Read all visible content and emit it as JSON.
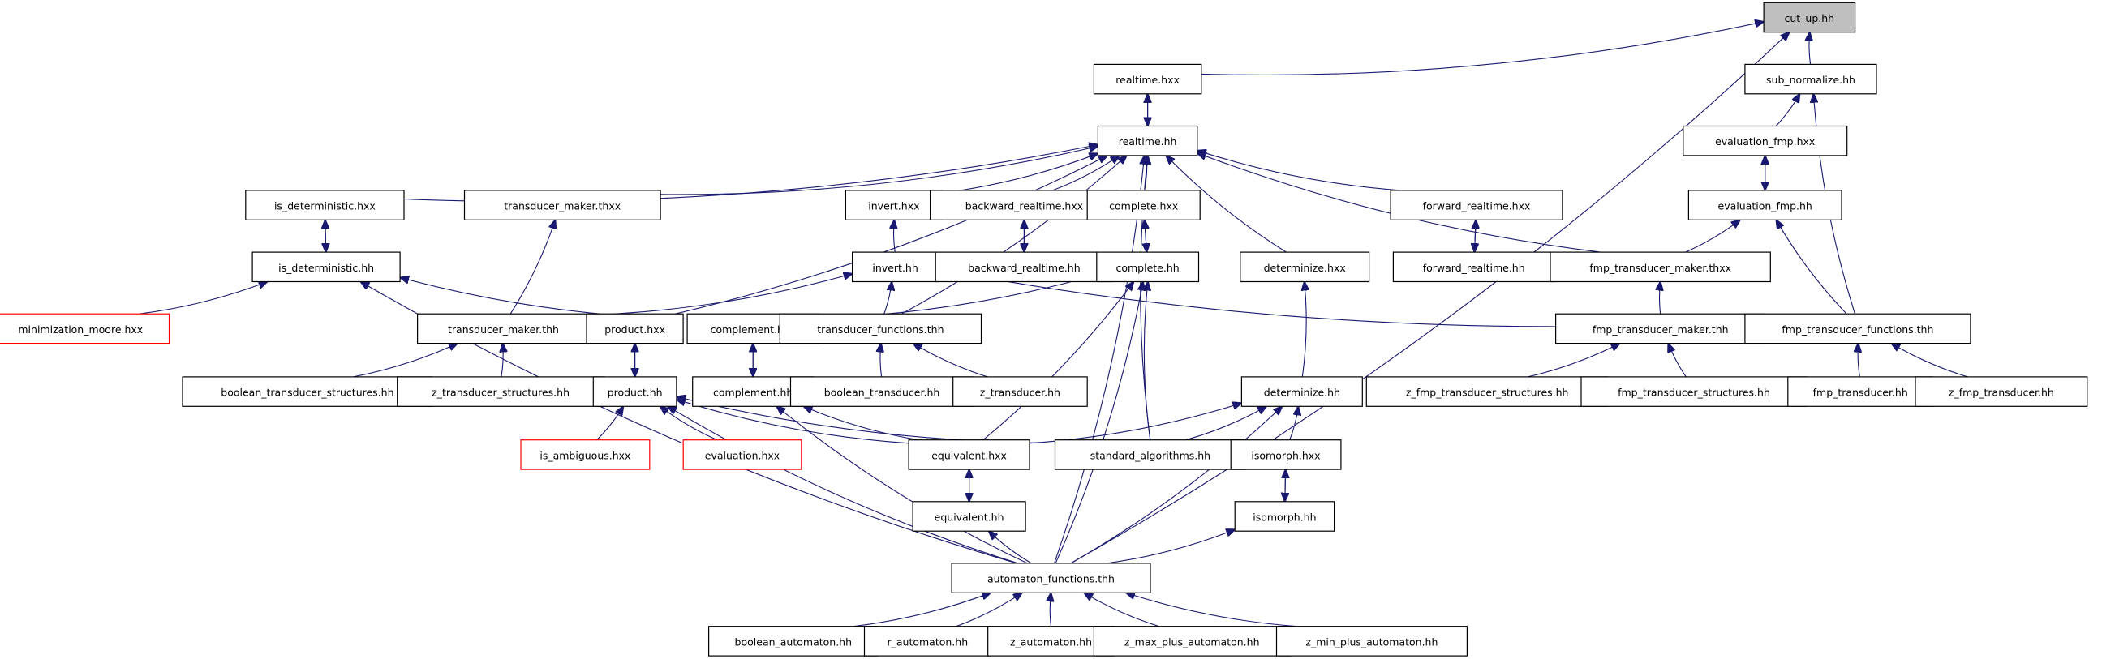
{
  "colors": {
    "edge": "#191970",
    "root_fill": "#bfbfbf",
    "red_border": "#ff0000"
  },
  "nodes": [
    {
      "id": "cut_up_hh",
      "label": "cut_up.hh",
      "style": "root"
    },
    {
      "id": "realtime_hxx",
      "label": "realtime.hxx"
    },
    {
      "id": "sub_normalize_hh",
      "label": "sub_normalize.hh"
    },
    {
      "id": "realtime_hh",
      "label": "realtime.hh"
    },
    {
      "id": "evaluation_fmp_hxx",
      "label": "evaluation_fmp.hxx"
    },
    {
      "id": "is_deterministic_hxx",
      "label": "is_deterministic.hxx"
    },
    {
      "id": "transducer_maker_thxx",
      "label": "transducer_maker.thxx"
    },
    {
      "id": "invert_hxx",
      "label": "invert.hxx"
    },
    {
      "id": "backward_realtime_hxx",
      "label": "backward_realtime.hxx"
    },
    {
      "id": "complete_hxx",
      "label": "complete.hxx"
    },
    {
      "id": "forward_realtime_hxx",
      "label": "forward_realtime.hxx"
    },
    {
      "id": "evaluation_fmp_hh",
      "label": "evaluation_fmp.hh"
    },
    {
      "id": "is_deterministic_hh",
      "label": "is_deterministic.hh"
    },
    {
      "id": "invert_hh",
      "label": "invert.hh"
    },
    {
      "id": "backward_realtime_hh",
      "label": "backward_realtime.hh"
    },
    {
      "id": "complete_hh",
      "label": "complete.hh"
    },
    {
      "id": "determinize_hxx",
      "label": "determinize.hxx"
    },
    {
      "id": "forward_realtime_hh",
      "label": "forward_realtime.hh"
    },
    {
      "id": "fmp_transducer_maker_thxx",
      "label": "fmp_transducer_maker.thxx"
    },
    {
      "id": "minimization_moore_hxx",
      "label": "minimization_moore.hxx",
      "style": "red"
    },
    {
      "id": "transducer_maker_thh",
      "label": "transducer_maker.thh"
    },
    {
      "id": "product_hxx",
      "label": "product.hxx"
    },
    {
      "id": "complement_hxx",
      "label": "complement.hxx"
    },
    {
      "id": "transducer_functions_thh",
      "label": "transducer_functions.thh"
    },
    {
      "id": "fmp_transducer_maker_thh",
      "label": "fmp_transducer_maker.thh"
    },
    {
      "id": "fmp_transducer_functions_thh",
      "label": "fmp_transducer_functions.thh"
    },
    {
      "id": "boolean_transducer_structures_hh",
      "label": "boolean_transducer_structures.hh"
    },
    {
      "id": "z_transducer_structures_hh",
      "label": "z_transducer_structures.hh"
    },
    {
      "id": "product_hh",
      "label": "product.hh"
    },
    {
      "id": "complement_hh",
      "label": "complement.hh"
    },
    {
      "id": "boolean_transducer_hh",
      "label": "boolean_transducer.hh"
    },
    {
      "id": "z_transducer_hh",
      "label": "z_transducer.hh"
    },
    {
      "id": "determinize_hh",
      "label": "determinize.hh"
    },
    {
      "id": "z_fmp_transducer_structures_hh",
      "label": "z_fmp_transducer_structures.hh"
    },
    {
      "id": "fmp_transducer_structures_hh",
      "label": "fmp_transducer_structures.hh"
    },
    {
      "id": "fmp_transducer_hh",
      "label": "fmp_transducer.hh"
    },
    {
      "id": "z_fmp_transducer_hh",
      "label": "z_fmp_transducer.hh"
    },
    {
      "id": "is_ambiguous_hxx",
      "label": "is_ambiguous.hxx",
      "style": "red"
    },
    {
      "id": "evaluation_hxx",
      "label": "evaluation.hxx",
      "style": "red"
    },
    {
      "id": "equivalent_hxx",
      "label": "equivalent.hxx"
    },
    {
      "id": "standard_algorithms_hh",
      "label": "standard_algorithms.hh"
    },
    {
      "id": "isomorph_hxx",
      "label": "isomorph.hxx"
    },
    {
      "id": "equivalent_hh",
      "label": "equivalent.hh"
    },
    {
      "id": "isomorph_hh",
      "label": "isomorph.hh"
    },
    {
      "id": "automaton_functions_thh",
      "label": "automaton_functions.thh"
    },
    {
      "id": "boolean_automaton_hh",
      "label": "boolean_automaton.hh"
    },
    {
      "id": "r_automaton_hh",
      "label": "r_automaton.hh"
    },
    {
      "id": "z_automaton_hh",
      "label": "z_automaton.hh"
    },
    {
      "id": "z_max_plus_automaton_hh",
      "label": "z_max_plus_automaton.hh"
    },
    {
      "id": "z_min_plus_automaton_hh",
      "label": "z_min_plus_automaton.hh"
    }
  ],
  "edges": [
    [
      "realtime_hxx",
      "cut_up_hh"
    ],
    [
      "sub_normalize_hh",
      "cut_up_hh"
    ],
    [
      "automaton_functions_thh",
      "cut_up_hh"
    ],
    [
      "realtime_hh",
      "realtime_hxx"
    ],
    [
      "realtime_hxx",
      "realtime_hh"
    ],
    [
      "evaluation_fmp_hxx",
      "sub_normalize_hh"
    ],
    [
      "fmp_transducer_functions_thh",
      "sub_normalize_hh"
    ],
    [
      "is_deterministic_hxx",
      "realtime_hh"
    ],
    [
      "transducer_maker_thxx",
      "realtime_hh"
    ],
    [
      "invert_hxx",
      "realtime_hh"
    ],
    [
      "backward_realtime_hxx",
      "realtime_hh"
    ],
    [
      "complete_hxx",
      "realtime_hh"
    ],
    [
      "forward_realtime_hxx",
      "realtime_hh"
    ],
    [
      "product_hxx",
      "realtime_hh"
    ],
    [
      "transducer_functions_thh",
      "realtime_hh"
    ],
    [
      "determinize_hxx",
      "realtime_hh"
    ],
    [
      "standard_algorithms_hh",
      "realtime_hh"
    ],
    [
      "automaton_functions_thh",
      "realtime_hh"
    ],
    [
      "fmp_transducer_maker_thxx",
      "realtime_hh"
    ],
    [
      "evaluation_fmp_hh",
      "evaluation_fmp_hxx"
    ],
    [
      "evaluation_fmp_hxx",
      "evaluation_fmp_hh"
    ],
    [
      "is_deterministic_hh",
      "is_deterministic_hxx"
    ],
    [
      "is_deterministic_hxx",
      "is_deterministic_hh"
    ],
    [
      "transducer_maker_thh",
      "transducer_maker_thxx"
    ],
    [
      "invert_hh",
      "invert_hxx"
    ],
    [
      "backward_realtime_hh",
      "backward_realtime_hxx"
    ],
    [
      "backward_realtime_hxx",
      "backward_realtime_hh"
    ],
    [
      "complete_hh",
      "complete_hxx"
    ],
    [
      "complete_hxx",
      "complete_hh"
    ],
    [
      "forward_realtime_hh",
      "forward_realtime_hxx"
    ],
    [
      "forward_realtime_hxx",
      "forward_realtime_hh"
    ],
    [
      "fmp_transducer_maker_thxx",
      "evaluation_fmp_hh"
    ],
    [
      "fmp_transducer_functions_thh",
      "evaluation_fmp_hh"
    ],
    [
      "minimization_moore_hxx",
      "is_deterministic_hh"
    ],
    [
      "complement_hxx",
      "is_deterministic_hh"
    ],
    [
      "automaton_functions_thh",
      "is_deterministic_hh"
    ],
    [
      "transducer_maker_thh",
      "invert_hh"
    ],
    [
      "transducer_functions_thh",
      "invert_hh"
    ],
    [
      "fmp_transducer_functions_thh",
      "invert_hh"
    ],
    [
      "complement_hxx",
      "complete_hh"
    ],
    [
      "equivalent_hxx",
      "complete_hh"
    ],
    [
      "standard_algorithms_hh",
      "complete_hh"
    ],
    [
      "automaton_functions_thh",
      "complete_hh"
    ],
    [
      "determinize_hh",
      "determinize_hxx"
    ],
    [
      "fmp_transducer_maker_thh",
      "fmp_transducer_maker_thxx"
    ],
    [
      "boolean_transducer_structures_hh",
      "transducer_maker_thh"
    ],
    [
      "z_transducer_structures_hh",
      "transducer_maker_thh"
    ],
    [
      "product_hh",
      "product_hxx"
    ],
    [
      "product_hxx",
      "product_hh"
    ],
    [
      "complement_hh",
      "complement_hxx"
    ],
    [
      "complement_hxx",
      "complement_hh"
    ],
    [
      "boolean_transducer_hh",
      "transducer_functions_thh"
    ],
    [
      "z_transducer_hh",
      "transducer_functions_thh"
    ],
    [
      "z_fmp_transducer_structures_hh",
      "fmp_transducer_maker_thh"
    ],
    [
      "fmp_transducer_structures_hh",
      "fmp_transducer_maker_thh"
    ],
    [
      "fmp_transducer_hh",
      "fmp_transducer_functions_thh"
    ],
    [
      "z_fmp_transducer_hh",
      "fmp_transducer_functions_thh"
    ],
    [
      "is_ambiguous_hxx",
      "product_hh"
    ],
    [
      "evaluation_hxx",
      "product_hh"
    ],
    [
      "equivalent_hxx",
      "product_hh"
    ],
    [
      "standard_algorithms_hh",
      "product_hh"
    ],
    [
      "automaton_functions_thh",
      "product_hh"
    ],
    [
      "equivalent_hxx",
      "complement_hh"
    ],
    [
      "automaton_functions_thh",
      "complement_hh"
    ],
    [
      "equivalent_hxx",
      "determinize_hh"
    ],
    [
      "standard_algorithms_hh",
      "determinize_hh"
    ],
    [
      "isomorph_hxx",
      "determinize_hh"
    ],
    [
      "automaton_functions_thh",
      "determinize_hh"
    ],
    [
      "equivalent_hh",
      "equivalent_hxx"
    ],
    [
      "equivalent_hxx",
      "equivalent_hh"
    ],
    [
      "isomorph_hh",
      "isomorph_hxx"
    ],
    [
      "isomorph_hxx",
      "isomorph_hh"
    ],
    [
      "automaton_functions_thh",
      "equivalent_hh"
    ],
    [
      "automaton_functions_thh",
      "isomorph_hh"
    ],
    [
      "boolean_automaton_hh",
      "automaton_functions_thh"
    ],
    [
      "r_automaton_hh",
      "automaton_functions_thh"
    ],
    [
      "z_automaton_hh",
      "automaton_functions_thh"
    ],
    [
      "z_max_plus_automaton_hh",
      "automaton_functions_thh"
    ],
    [
      "z_min_plus_automaton_hh",
      "automaton_functions_thh"
    ]
  ]
}
